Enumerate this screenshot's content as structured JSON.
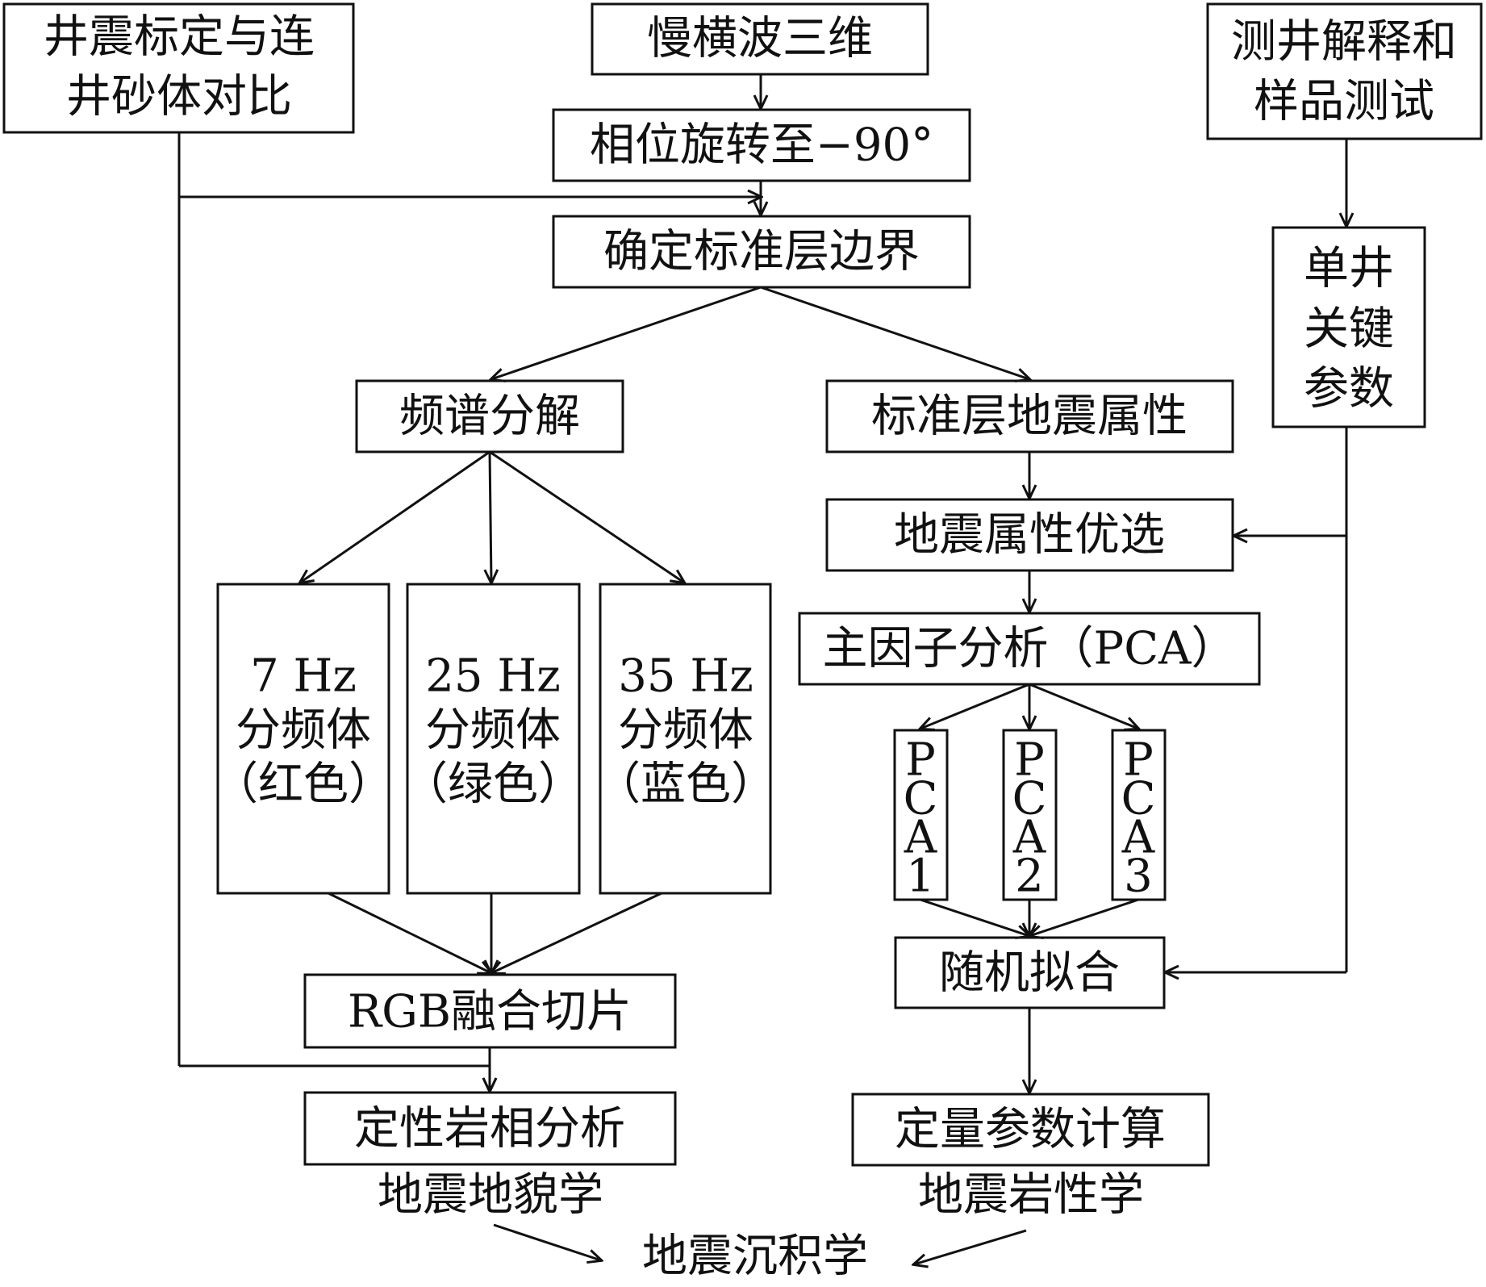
{
  "nodes": {
    "well_tie": [
      "井震标定与连",
      "井砂体对比"
    ],
    "slow_shear": "慢横波三维",
    "phase_rotation": "相位旋转至−90°",
    "boundary": "确定标准层边界",
    "well_log": [
      "测井解释和",
      "样品测试"
    ],
    "single_well": [
      "单井",
      "关键",
      "参数"
    ],
    "spectral": "频谱分解",
    "horizon_attr": "标准层地震属性",
    "freq_7": [
      "7 Hz",
      "分频体",
      "（红色）"
    ],
    "freq_25": [
      "25 Hz",
      "分频体",
      "（绿色）"
    ],
    "freq_35": [
      "35 Hz",
      "分频体",
      "（蓝色）"
    ],
    "attr_select": "地震属性优选",
    "pca": "主因子分析（PCA）",
    "pca1": [
      "P",
      "C",
      "A",
      "1"
    ],
    "pca2": [
      "P",
      "C",
      "A",
      "2"
    ],
    "pca3": [
      "P",
      "C",
      "A",
      "3"
    ],
    "random_fit": "随机拟合",
    "rgb_slice": "RGB融合切片",
    "qualitative": "定性岩相分析",
    "quantitative": "定量参数计算"
  },
  "labels": {
    "geomorph": "地震地貌学",
    "lithology": "地震岩性学",
    "sedimentology": "地震沉积学"
  }
}
